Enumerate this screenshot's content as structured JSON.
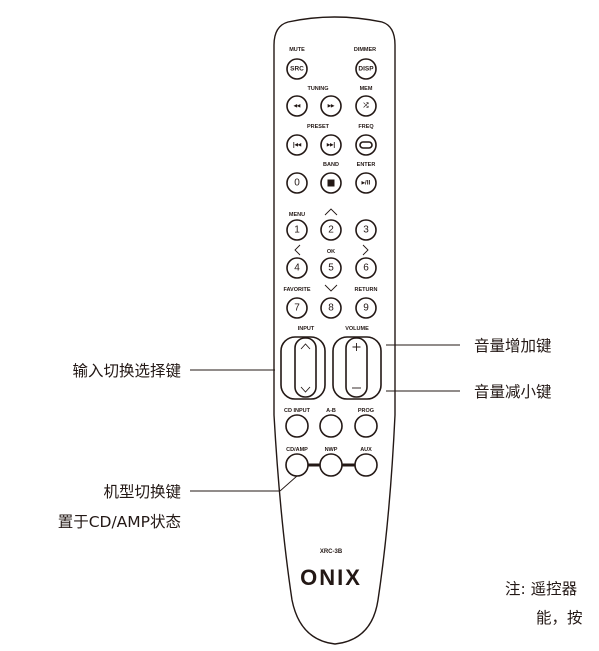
{
  "remote": {
    "buttons": {
      "mute_label": "MUTE",
      "src": "SRC",
      "dimmer_label": "DIMMER",
      "disp": "DISP",
      "tuning_label": "TUNING",
      "mem_label": "MEM",
      "preset_label": "PRESET",
      "freq_label": "FREQ",
      "band_label": "BAND",
      "enter_label": "ENTER",
      "zero": "0",
      "menu_label": "MENU",
      "ok_label": "OK",
      "favorite_label": "FAVORITE",
      "return_label": "RETURN",
      "n1": "1",
      "n2": "2",
      "n3": "3",
      "n4": "4",
      "n5": "5",
      "n6": "6",
      "n7": "7",
      "n8": "8",
      "n9": "9",
      "input_label": "INPUT",
      "volume_label": "VOLUME",
      "cd_input_label": "CD INPUT",
      "ab_label": "A-B",
      "prog_label": "PROG",
      "cd_amp_label": "CD/AMP",
      "nwp_label": "NWP",
      "aux_label": "AUX"
    },
    "model": "XRC-3B",
    "brand": "ONIX"
  },
  "annotations": {
    "volume_up": "音量增加键",
    "volume_down": "音量减小键",
    "input_select": "输入切换选择键",
    "mode_switch_line1": "机型切换键",
    "mode_switch_line2": "置于CD/AMP状态",
    "note_line1": "注: 遥控器",
    "note_line2": "能，按"
  }
}
